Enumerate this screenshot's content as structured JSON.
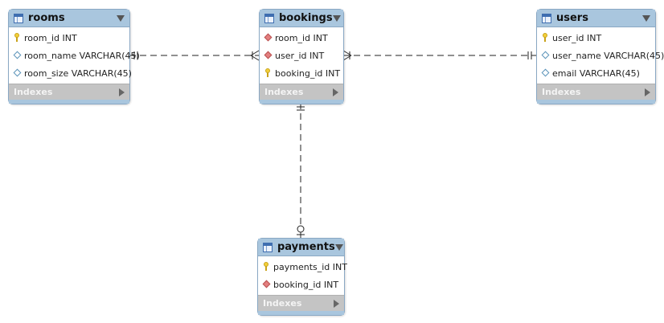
{
  "tables": {
    "rooms": {
      "title": "rooms",
      "columns": [
        {
          "text": "room_id INT",
          "icon": "primary-key-icon"
        },
        {
          "text": "room_name VARCHAR(45)",
          "icon": "attribute-diamond-icon"
        },
        {
          "text": "room_size VARCHAR(45)",
          "icon": "attribute-diamond-icon"
        }
      ],
      "footer": "Indexes"
    },
    "bookings": {
      "title": "bookings",
      "columns": [
        {
          "text": "room_id INT",
          "icon": "foreign-key-icon"
        },
        {
          "text": "user_id INT",
          "icon": "foreign-key-icon"
        },
        {
          "text": "booking_id INT",
          "icon": "primary-key-icon"
        }
      ],
      "footer": "Indexes"
    },
    "users": {
      "title": "users",
      "columns": [
        {
          "text": "user_id INT",
          "icon": "primary-key-icon"
        },
        {
          "text": "user_name VARCHAR(45)",
          "icon": "attribute-diamond-icon"
        },
        {
          "text": "email VARCHAR(45)",
          "icon": "attribute-diamond-icon"
        }
      ],
      "footer": "Indexes"
    },
    "payments": {
      "title": "payments",
      "columns": [
        {
          "text": "payments_id INT",
          "icon": "primary-key-icon"
        },
        {
          "text": "booking_id INT",
          "icon": "foreign-key-icon"
        }
      ],
      "footer": "Indexes"
    }
  },
  "relationships": [
    {
      "from": "rooms",
      "to": "bookings",
      "from_end": "one-and-only-one",
      "to_end": "one-or-many"
    },
    {
      "from": "users",
      "to": "bookings",
      "from_end": "one-and-only-one",
      "to_end": "one-or-many"
    },
    {
      "from": "bookings",
      "to": "payments",
      "from_end": "one-and-only-one",
      "to_end": "zero-or-one"
    }
  ],
  "colors": {
    "header": "#a9c6de",
    "border": "#8aa8c4",
    "footer": "#c4c4c4",
    "primary_key": "#f2cf3a",
    "foreign_key": "#e37f7f",
    "connector": "#222222"
  }
}
